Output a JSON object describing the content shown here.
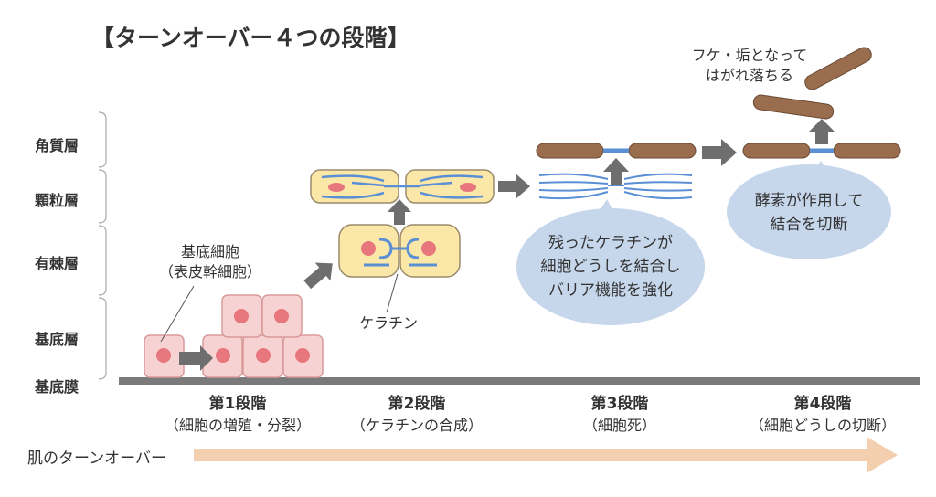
{
  "title": "【ターンオーバー４つの段階】",
  "layers": [
    "角質層",
    "顆粒層",
    "有棘層",
    "基底層"
  ],
  "membrane_label": "基底膜",
  "labels": {
    "basal_cell_line1": "基底細胞",
    "basal_cell_line2": "（表皮幹細胞）",
    "keratin": "ケラチン",
    "flake_line1": "フケ・垢となって",
    "flake_line2": "はがれ落ちる"
  },
  "bubbles": {
    "stage3": [
      "残ったケラチンが",
      "細胞どうしを結合し",
      "バリア機能を強化"
    ],
    "stage4": [
      "酵素が作用して",
      "結合を切断"
    ]
  },
  "stages": [
    {
      "title": "第1段階",
      "desc": "（細胞の増殖・分裂）"
    },
    {
      "title": "第2段階",
      "desc": "（ケラチンの合成）"
    },
    {
      "title": "第3段階",
      "desc": "（細胞死）"
    },
    {
      "title": "第4段階",
      "desc": "（細胞どうしの切断）"
    }
  ],
  "turnover_label": "肌のターンオーバー",
  "colors": {
    "cell_pink_fill": "#f6d3d2",
    "cell_pink_border": "#d99a9a",
    "nucleus": "#e8767d",
    "cell_yellow_fill": "#fbe7a8",
    "cell_yellow_border": "#9a8a6a",
    "keratin_blue": "#5b8fd4",
    "dead_cell_brown": "#9a6d4f",
    "arrow_gray": "#6e6e6e",
    "bubble_blue": "#c6d6eb",
    "turnover_arrow": "#f3cfb0",
    "membrane_gray": "#7a7a7a"
  }
}
